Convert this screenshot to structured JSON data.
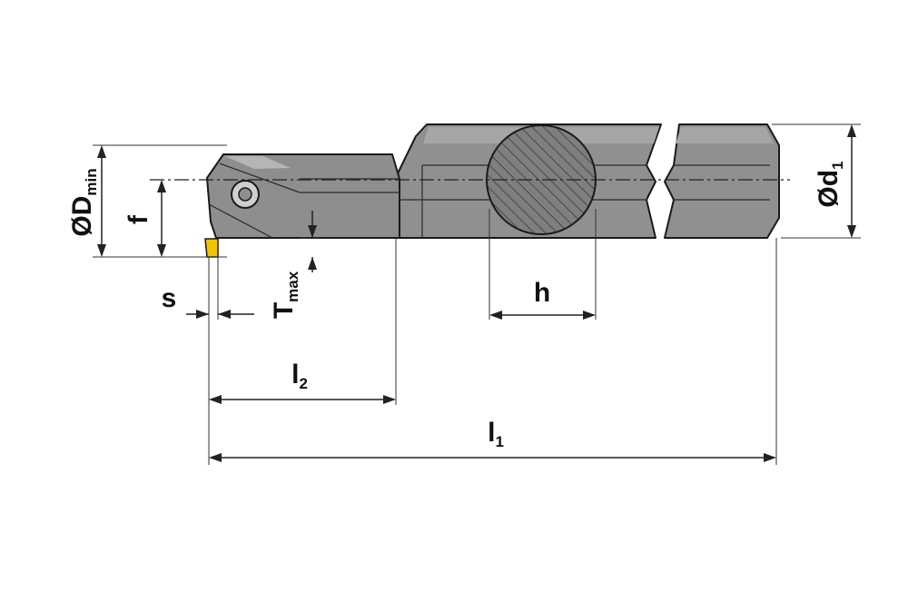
{
  "diagram": {
    "type": "boring bar technical drawing",
    "labels": {
      "d_min_prefix": "ØD",
      "d_min_sub": "min",
      "f": "f",
      "s": "s",
      "t_max_main": "T",
      "t_max_sub": "max",
      "h": "h",
      "l2_main": "l",
      "l2_sub": "2",
      "l1_main": "l",
      "l1_sub": "1",
      "d1_prefix": "Ød",
      "d1_sub": "1"
    },
    "colors": {
      "body": "#8f8f8f",
      "body_light": "#a8a8a8",
      "outline": "#1a1a1a",
      "insert": "#f2c500",
      "section_fill": "#7f7f7f",
      "hatch": "#3a3a3a",
      "background": "#ffffff"
    }
  }
}
